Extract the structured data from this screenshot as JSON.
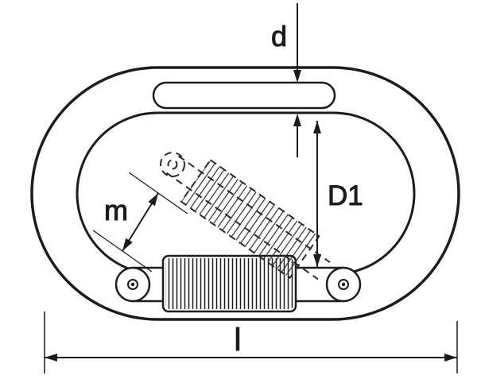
{
  "diagram": {
    "type": "technical-drawing",
    "subject": "carabiner-snap-hook-with-screw-lock",
    "background_color": "#ffffff",
    "line_color": "#1c1c1c",
    "dimension_labels": {
      "wire_diameter": "d",
      "inner_height": "D1",
      "gate_opening": "m",
      "overall_length": "l"
    }
  }
}
